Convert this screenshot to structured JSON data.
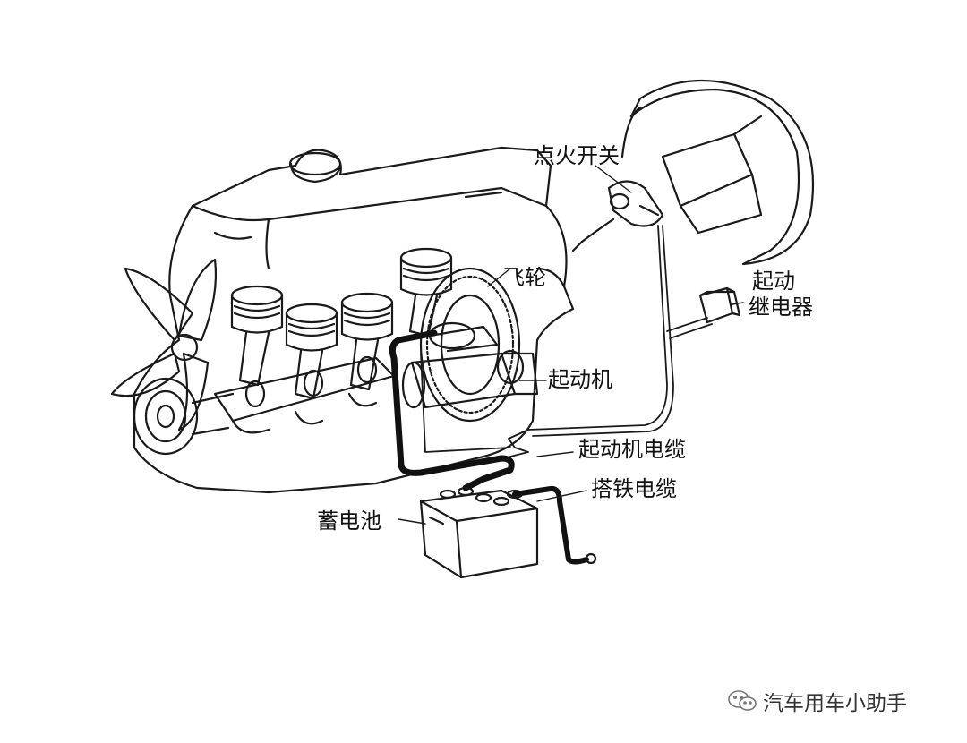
{
  "labels": {
    "ignition_switch": "点火开关",
    "flywheel": "飞轮",
    "starter_relay_line1": "起动",
    "starter_relay_line2": "继电器",
    "starter_motor": "起动机",
    "starter_cable": "起动机电缆",
    "ground_cable": "搭铁电缆",
    "battery": "蓄电池"
  },
  "watermark": {
    "text": "汽车用车小助手",
    "icon": "wechat-icon"
  },
  "colors": {
    "line": "#1a1a1a",
    "cable": "#111111",
    "background": "#ffffff"
  }
}
